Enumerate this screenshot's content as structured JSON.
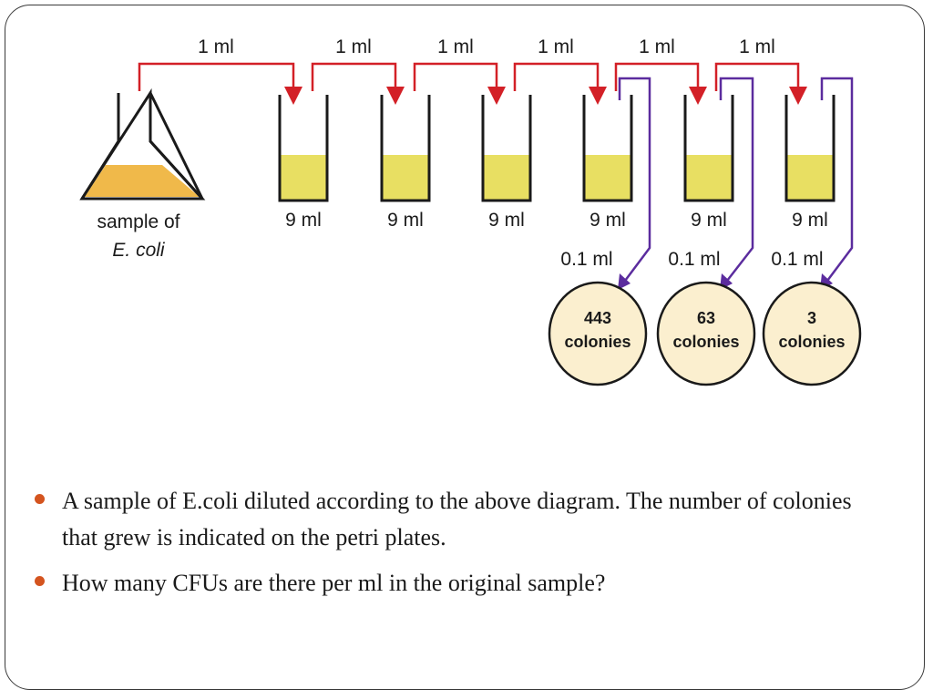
{
  "diagram": {
    "flask_label_line1": "sample of",
    "flask_label_line2": "E. coli",
    "transfer_volume": "1 ml",
    "tube_volume": "9 ml",
    "plating_volume": "0.1 ml",
    "tubes": [
      {
        "volume": "9 ml"
      },
      {
        "volume": "9 ml"
      },
      {
        "volume": "9 ml"
      },
      {
        "volume": "9 ml"
      },
      {
        "volume": "9 ml"
      },
      {
        "volume": "9 ml"
      }
    ],
    "transfers": [
      "1 ml",
      "1 ml",
      "1 ml",
      "1 ml",
      "1 ml",
      "1 ml"
    ],
    "plates": [
      {
        "count": "443",
        "unit": "colonies",
        "plating": "0.1 ml"
      },
      {
        "count": "63",
        "unit": "colonies",
        "plating": "0.1 ml"
      },
      {
        "count": "3",
        "unit": "colonies",
        "plating": "0.1 ml"
      }
    ],
    "colors": {
      "transfer_arrow": "#d32027",
      "plating_arrow": "#5b2c9e",
      "liquid_tube": "#e8df62",
      "liquid_flask": "#f0b94a",
      "plate_fill": "#fbefcf"
    }
  },
  "bullets": [
    "A sample of E.coli diluted according to the above diagram. The number of colonies that grew is indicated on the petri plates.",
    "How many CFUs are there per ml in the original sample?"
  ],
  "bullet_color": "#d4541f"
}
